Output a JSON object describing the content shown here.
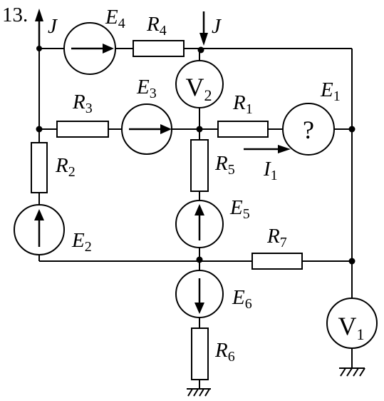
{
  "problem_number": "13.",
  "current_source": {
    "label": "J"
  },
  "resistors": {
    "r1": {
      "base": "R",
      "sub": "1"
    },
    "r2": {
      "base": "R",
      "sub": "2"
    },
    "r3": {
      "base": "R",
      "sub": "3"
    },
    "r4": {
      "base": "R",
      "sub": "4"
    },
    "r5": {
      "base": "R",
      "sub": "5"
    },
    "r6": {
      "base": "R",
      "sub": "6"
    },
    "r7": {
      "base": "R",
      "sub": "7"
    }
  },
  "emf_sources": {
    "e1": {
      "base": "E",
      "sub": "1",
      "symbol": "?"
    },
    "e2": {
      "base": "E",
      "sub": "2"
    },
    "e3": {
      "base": "E",
      "sub": "3"
    },
    "e4": {
      "base": "E",
      "sub": "4"
    },
    "e5": {
      "base": "E",
      "sub": "5"
    },
    "e6": {
      "base": "E",
      "sub": "6"
    }
  },
  "voltmeters": {
    "v1": {
      "base": "V",
      "sub": "1"
    },
    "v2": {
      "base": "V",
      "sub": "2"
    }
  },
  "current": {
    "base": "I",
    "sub": "1"
  }
}
